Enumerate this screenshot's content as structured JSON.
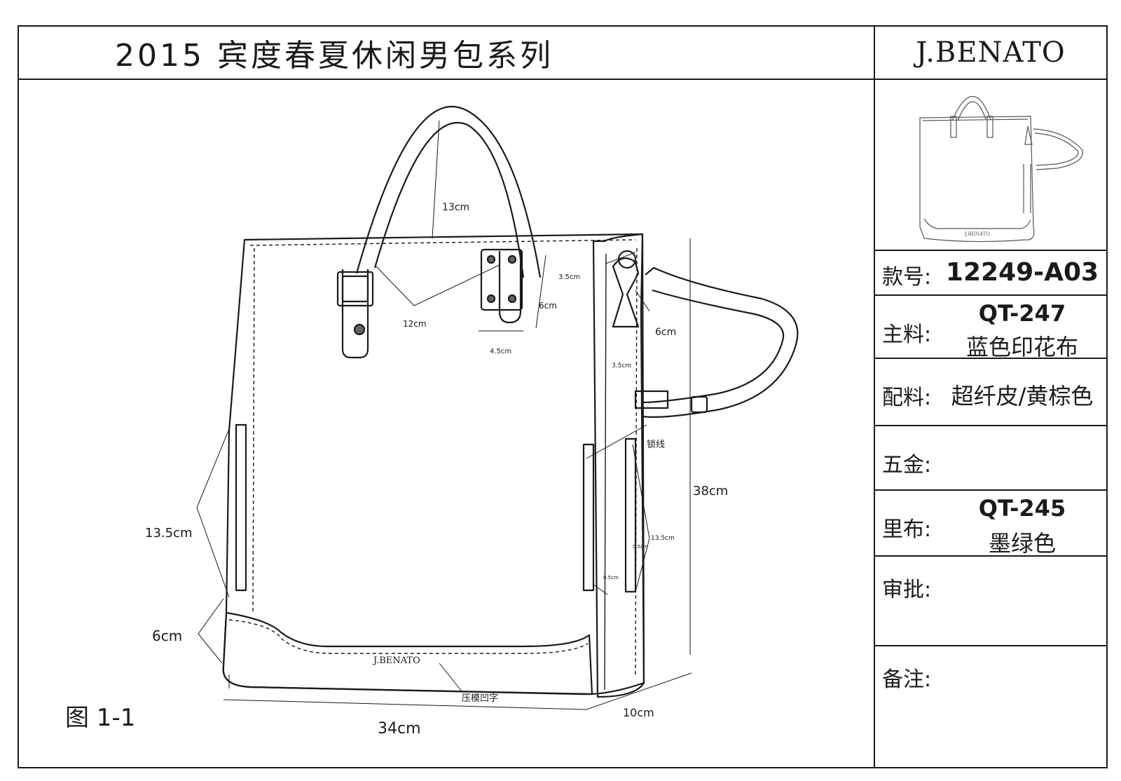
{
  "header": {
    "title": "2015 宾度春夏休闲男包系列",
    "brand": "J.BENATO"
  },
  "spec": {
    "style_label": "款号:",
    "style_code": "12249-A03",
    "main_label": "主料:",
    "main_code": "QT-247",
    "main_desc": "蓝色印花布",
    "accessory_label": "配料:",
    "accessory_desc": "超纤皮/黄棕色",
    "hardware_label": "五金:",
    "lining_label": "里布:",
    "lining_code": "QT-245",
    "lining_desc": "墨绿色",
    "approval_label": "审批:",
    "remarks_label": "备注:"
  },
  "dimensions": {
    "handle_drop": "13cm",
    "handle_spacing": "12cm",
    "tab_height": "6cm",
    "tab_width": "4.5cm",
    "side_top_width": "3.5cm",
    "clip_height": "6cm",
    "clip_width": "3.5cm",
    "stitch_note": "锁线",
    "height": "38cm",
    "side_panel_left": "13.5cm",
    "side_panel_right": "13.5cm",
    "seam_a": "0.5cm",
    "seam_b": "0.5cm",
    "bottom_band": "6cm",
    "width": "34cm",
    "depth": "10cm",
    "emboss_logo": "J.BENATO",
    "emboss_note": "压模凹字"
  },
  "figure_label": "图 1-1",
  "colors": {
    "line": "#1a1a1a",
    "background": "#ffffff",
    "hardware": "#666666"
  }
}
